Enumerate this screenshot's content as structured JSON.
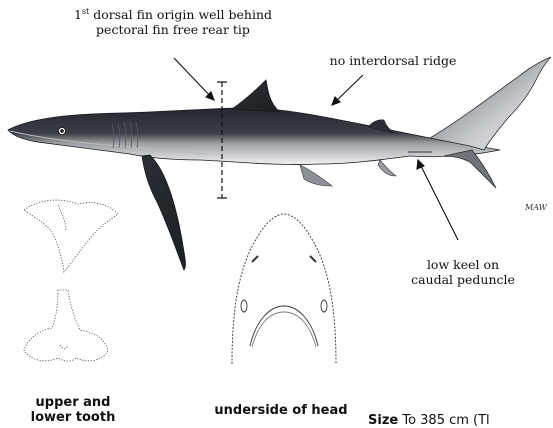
{
  "annotations": {
    "dorsal_origin_line1_prefix": "1",
    "dorsal_origin_line1_sup": "st",
    "dorsal_origin_line1_rest": " dorsal fin origin well behind",
    "dorsal_origin_line2": "pectoral fin free rear tip",
    "no_interdorsal": "no interdorsal ridge",
    "keel_line1": "low keel on",
    "keel_line2": "caudal peduncle"
  },
  "captions": {
    "tooth_line1": "upper and",
    "tooth_line2": "lower tooth",
    "head": "underside of head"
  },
  "size_text": {
    "bold": "Size",
    "rest": " To 385 cm (Tl"
  },
  "signature": "MAW",
  "colors": {
    "shark_dark": "#262a30",
    "shark_mid": "#6f747b",
    "shark_light": "#e9eaeb",
    "line": "#111111"
  }
}
